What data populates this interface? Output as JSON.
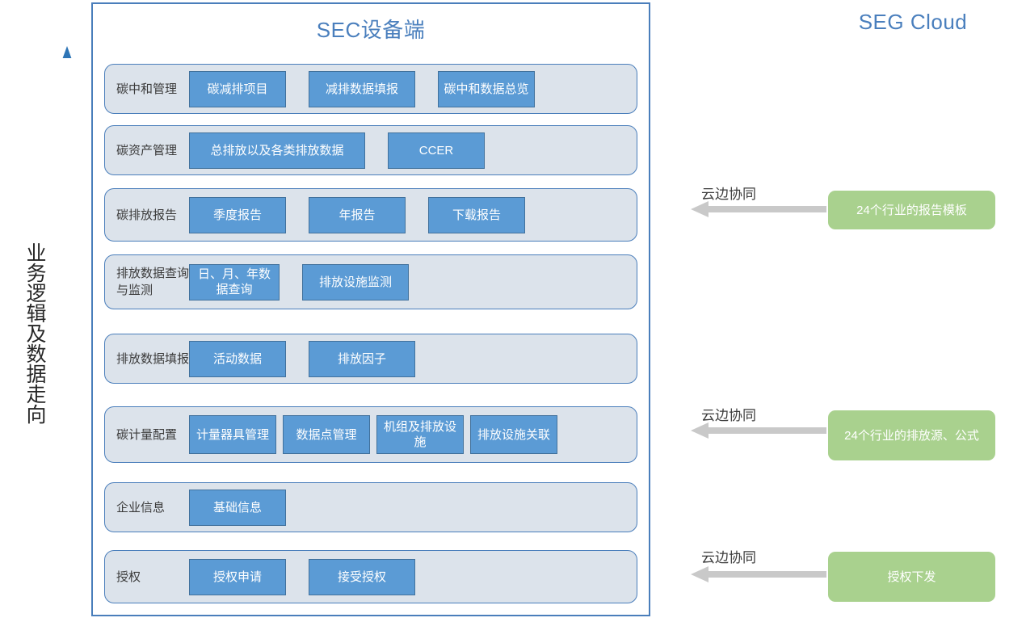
{
  "flow": {
    "label": "业务逻辑及数据走向",
    "arrow_color": "#5b9bd5",
    "direction": "up"
  },
  "sec_panel": {
    "title": "SEC设备端",
    "title_color": "#4a7fbd",
    "border_color": "#4a7ebb",
    "band_bg": "#dce3eb",
    "chip_bg": "#5b9bd5",
    "chip_border": "#41719c",
    "rows": [
      {
        "label": "碳中和管理",
        "chips": [
          "碳减排项目",
          "减排数据填报",
          "碳中和数据总览"
        ]
      },
      {
        "label": "碳资产管理",
        "chips": [
          "总排放以及各类排放数据",
          "CCER"
        ]
      },
      {
        "label": "碳排放报告",
        "chips": [
          "季度报告",
          "年报告",
          "下载报告"
        ]
      },
      {
        "label": "排放数据查询与监测",
        "chips": [
          "日、月、年数据查询",
          "排放设施监测"
        ]
      },
      {
        "label": "排放数据填报",
        "chips": [
          "活动数据",
          "排放因子"
        ]
      },
      {
        "label": "碳计量配置",
        "chips": [
          "计量器具管理",
          "数据点管理",
          "机组及排放设施",
          "排放设施关联"
        ]
      },
      {
        "label": "企业信息",
        "chips": [
          "基础信息"
        ]
      },
      {
        "label": "授权",
        "chips": [
          "授权申请",
          "接受授权"
        ]
      }
    ]
  },
  "seg_cloud": {
    "title": "SEG Cloud",
    "title_color": "#4a7fbd",
    "box_color": "#a9d18e",
    "arrow_color": "#c8c8c8",
    "sync_items": [
      {
        "label": "云边协同",
        "box": "24个行业的报告模板"
      },
      {
        "label": "云边协同",
        "box": "24个行业的排放源、公式"
      },
      {
        "label": "云边协同",
        "box": "授权下发"
      }
    ]
  }
}
